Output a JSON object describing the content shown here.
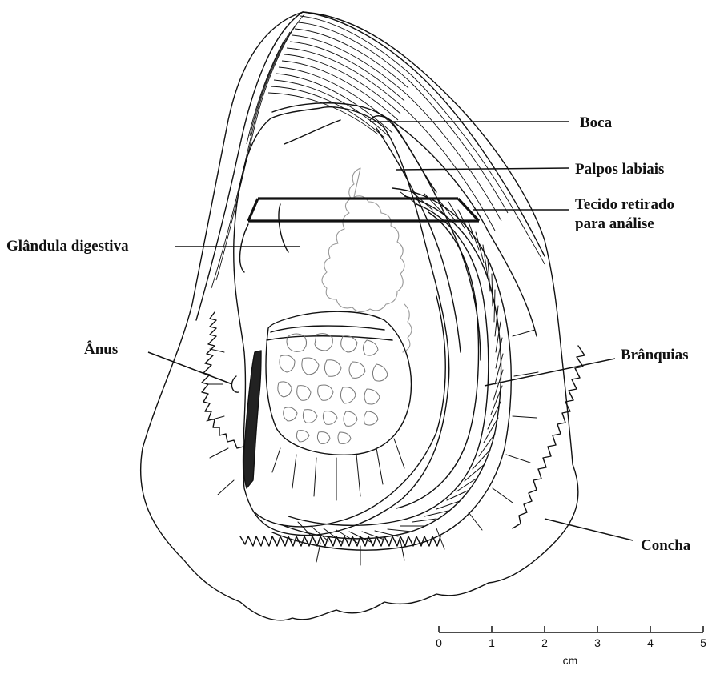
{
  "labels": {
    "boca": "Boca",
    "palpos": "Palpos labiais",
    "tecido_line1": "Tecido retirado",
    "tecido_line2": "para análise",
    "glandula": "Glândula digestiva",
    "anus": "Ânus",
    "branquias": "Brânquias",
    "concha": "Concha"
  },
  "scale_bar": {
    "ticks": [
      "0",
      "1",
      "2",
      "3",
      "4",
      "5"
    ],
    "unit": "cm"
  }
}
